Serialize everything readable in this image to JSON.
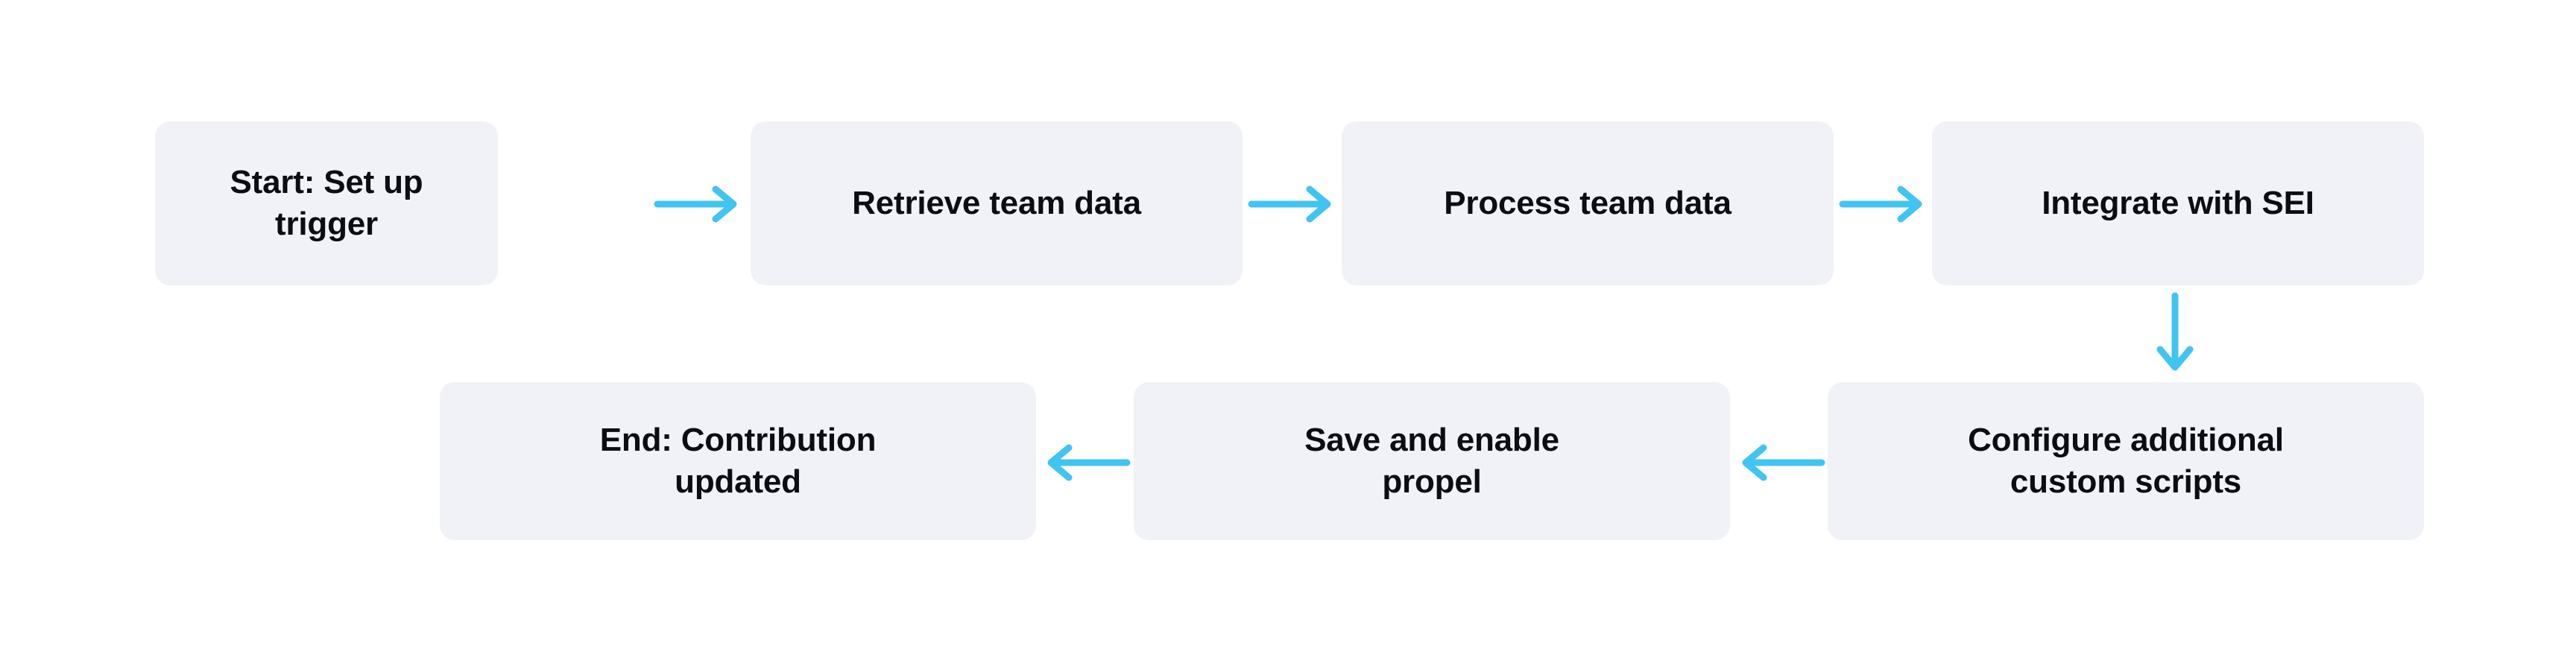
{
  "diagram": {
    "type": "flowchart",
    "title": "",
    "background_color": "#ffffff",
    "node_fill_color": "#f1f2f7",
    "node_text_color": "#0b0d12",
    "arrow_color": "#41c4f2",
    "nodes": [
      {
        "id": "start",
        "label": "Start: Set up trigger",
        "row": "top",
        "order": 1
      },
      {
        "id": "retrieve",
        "label": "Retrieve team data",
        "row": "top",
        "order": 2
      },
      {
        "id": "process",
        "label": "Process team data",
        "row": "top",
        "order": 3
      },
      {
        "id": "integrate",
        "label": "Integrate with SEI",
        "row": "top",
        "order": 4
      },
      {
        "id": "configure",
        "label": "Configure additional\ncustom scripts",
        "row": "bottom",
        "order": 5
      },
      {
        "id": "save",
        "label": "Save and enable\npropel",
        "row": "bottom",
        "order": 6
      },
      {
        "id": "end",
        "label": "End: Contribution\nupdated",
        "row": "bottom",
        "order": 7
      }
    ],
    "edges": [
      {
        "id": "start-retrieve",
        "from": "start",
        "to": "retrieve",
        "direction": "right"
      },
      {
        "id": "retrieve-process",
        "from": "retrieve",
        "to": "process",
        "direction": "right"
      },
      {
        "id": "process-integrate",
        "from": "process",
        "to": "integrate",
        "direction": "right"
      },
      {
        "id": "integrate-configure",
        "from": "integrate",
        "to": "configure",
        "direction": "down"
      },
      {
        "id": "configure-save",
        "from": "configure",
        "to": "save",
        "direction": "left"
      },
      {
        "id": "save-end",
        "from": "save",
        "to": "end",
        "direction": "left"
      }
    ]
  }
}
